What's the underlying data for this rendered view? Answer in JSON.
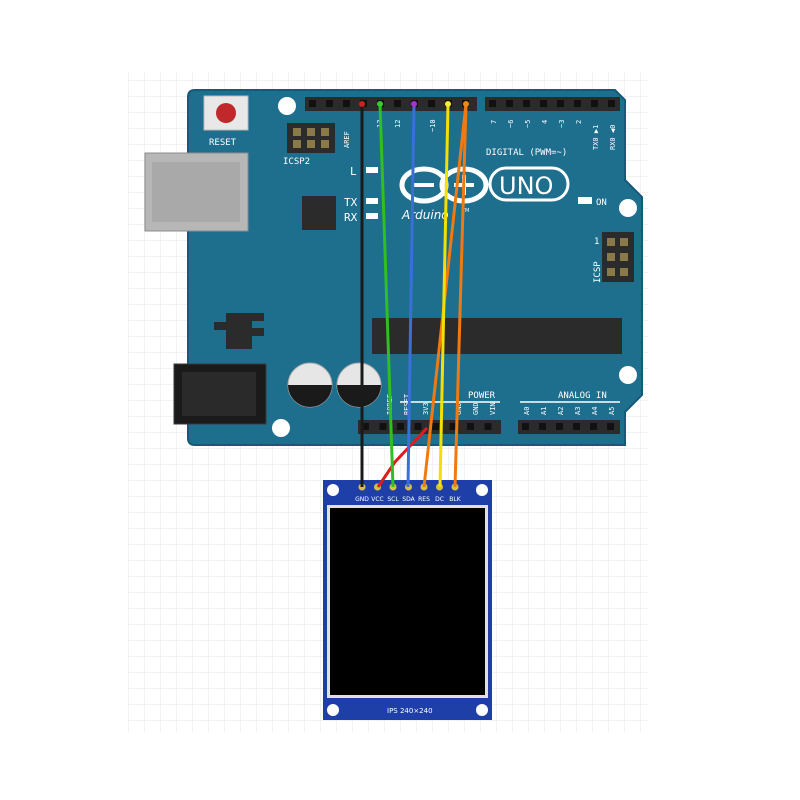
{
  "board": {
    "name": "UNO",
    "brand": "Arduino",
    "trademark": "TM",
    "reset_label": "RESET",
    "icsp2_label": "ICSP2",
    "icsp_label": "ICSP",
    "icsp_pin1": "1",
    "digital_label": "DIGITAL (PWM=~)",
    "power_label": "POWER",
    "analog_label": "ANALOG IN",
    "on_label": "ON",
    "led_l": "L",
    "led_tx": "TX",
    "led_rx": "RX",
    "aref": "AREF",
    "pin13": "13",
    "pin12": "12",
    "pin10": "~10",
    "pin7": "7",
    "pin6": "~6",
    "pin5": "~5",
    "pin4": "4",
    "pin3": "~3",
    "pin2": "2",
    "tx1": "TX0 ▶1",
    "rx0": "RX0 ◀0",
    "ioref": "IOREF",
    "reset_pin": "RESET",
    "v33": "3V3",
    "gnd1": "GND",
    "gnd2": "GND",
    "vin": "VIN",
    "a0": "A0",
    "a1": "A1",
    "a2": "A2",
    "a3": "A3",
    "a4": "A4",
    "a5": "A5"
  },
  "display": {
    "model_label": "IPS 240×240",
    "pins": [
      "GND",
      "VCC",
      "SCL",
      "SDA",
      "RES",
      "DC",
      "BLK"
    ]
  },
  "colors": {
    "board": "#1e6e8e",
    "board_edge": "#155a76",
    "header": "#2b2b2b",
    "module": "#1f3fa8",
    "screen": "#000000",
    "wire_gnd": "#1a1a1a",
    "wire_vcc": "#e01b1b",
    "wire_scl": "#2fbf1f",
    "wire_sda": "#3a6fd8",
    "wire_res": "#f07a10",
    "wire_dc": "#f2e000",
    "wire_blk": "#f07a10"
  }
}
